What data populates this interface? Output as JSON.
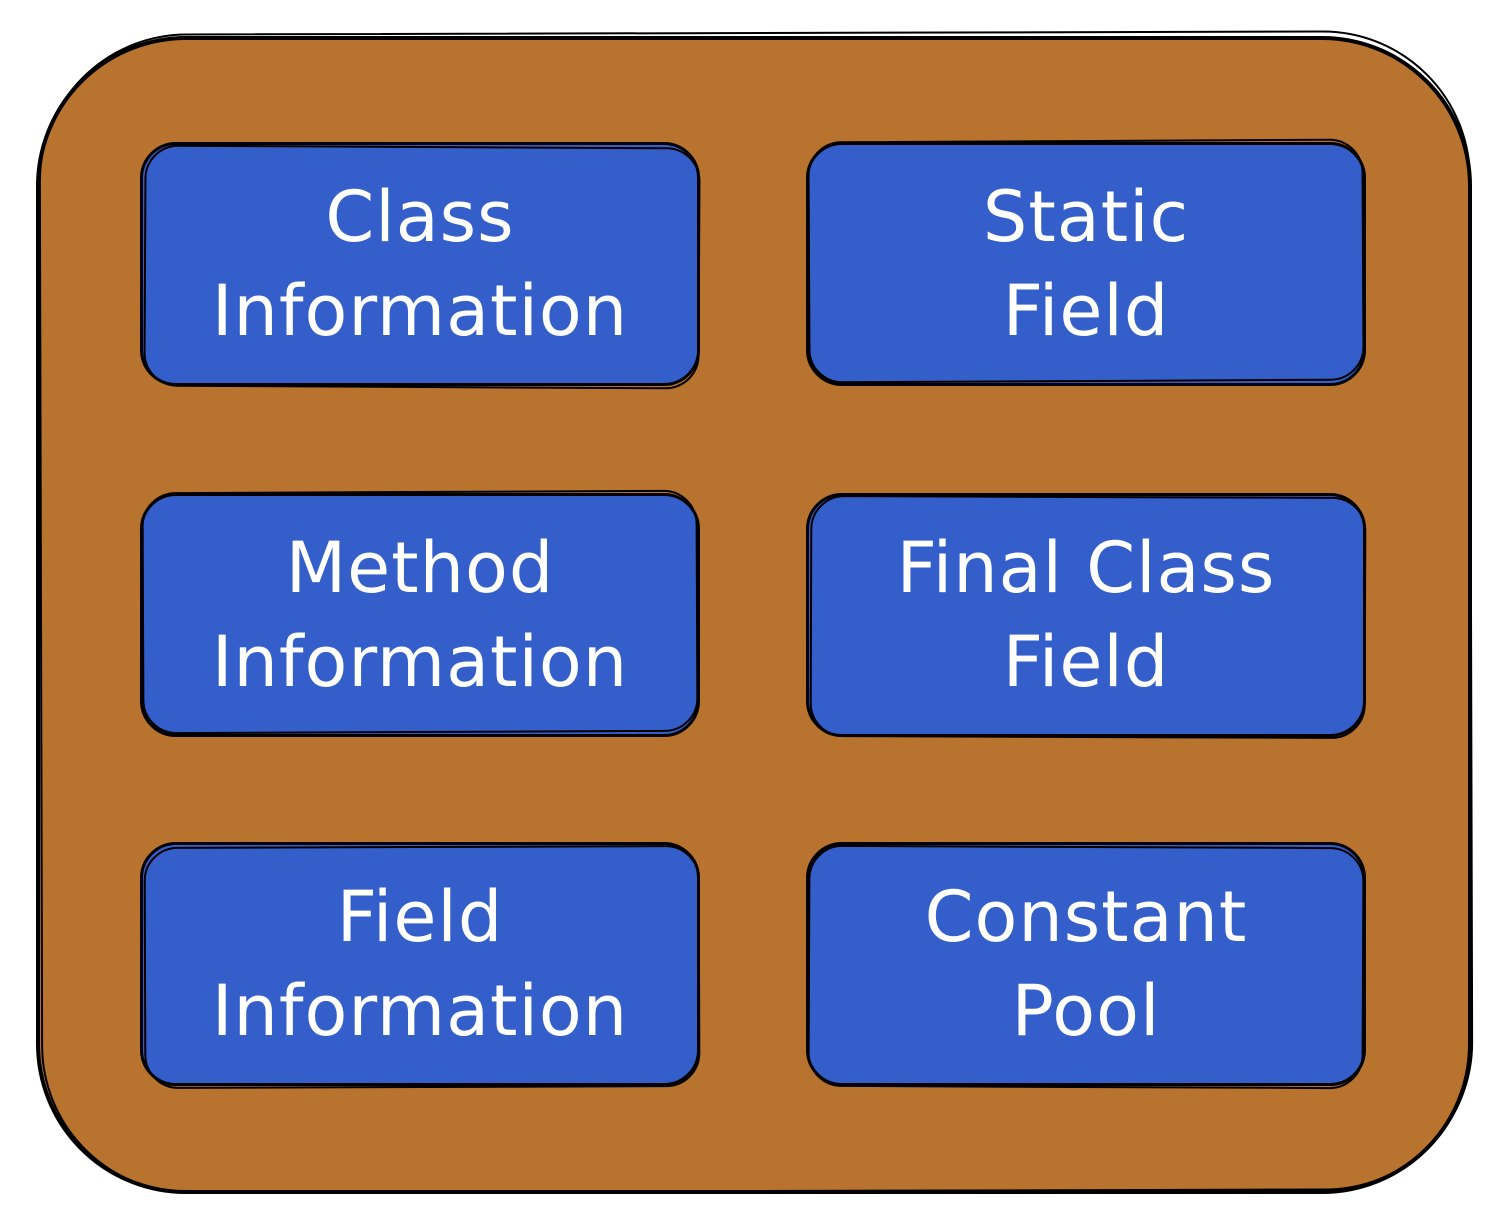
{
  "diagram": {
    "colors": {
      "container_fill": "#b8732f",
      "box_fill": "#345fcb",
      "text": "#ffffff",
      "stroke": "#000000"
    },
    "boxes": [
      {
        "line1": "Class",
        "line2": "Information"
      },
      {
        "line1": "Static",
        "line2": "Field"
      },
      {
        "line1": "Method",
        "line2": "Information"
      },
      {
        "line1": "Final Class",
        "line2": "Field"
      },
      {
        "line1": "Field",
        "line2": "Information"
      },
      {
        "line1": "Constant",
        "line2": "Pool"
      }
    ]
  }
}
